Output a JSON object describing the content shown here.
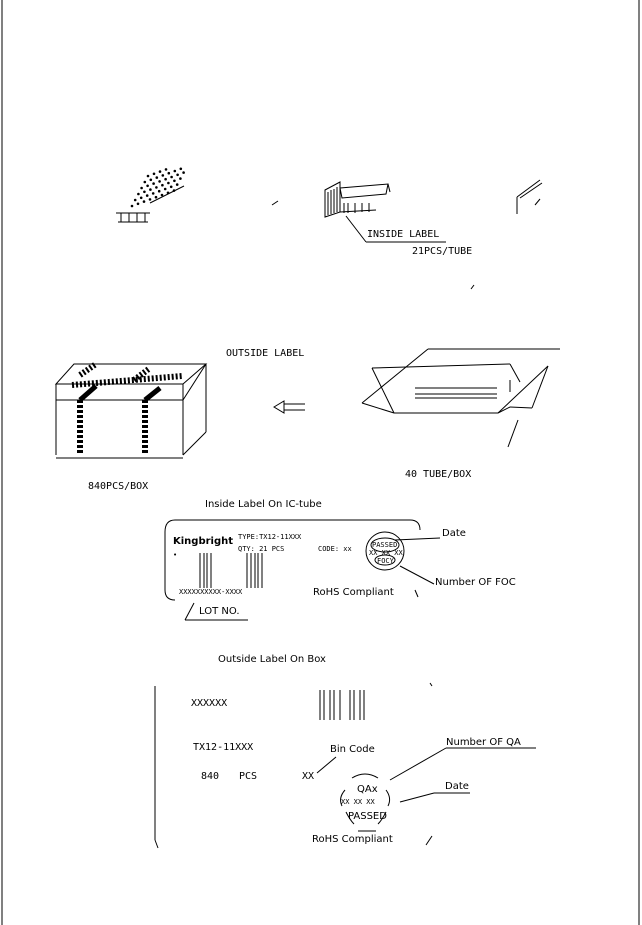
{
  "packing": {
    "inside_label": "INSIDE LABEL",
    "tube_qty": "21PCS/TUBE",
    "outside_label": "OUTSIDE LABEL",
    "box_qty": "840PCS/BOX",
    "tube_box": "40 TUBE/BOX"
  },
  "inside_label_card": {
    "heading": "Inside Label On IC-tube",
    "brand": "Kingbright",
    "type_line": "TYPE:TX12-11XXX",
    "qty_line": "QTY: 21 PCS",
    "code_line": "CODE: xx",
    "seal_passed": "PASSED",
    "seal_date": "XX XX XX",
    "seal_foc": "FOCY",
    "lot_code": "XXXXXXXXXX-XXXX",
    "lot_no": "LOT NO.",
    "rohs": "RoHS Compliant",
    "date_callout": "Date",
    "foc_callout": "Number OF FOC"
  },
  "outside_label_card": {
    "heading": "Outside Label On Box",
    "code": "XXXXXX",
    "part": "TX12-11XXX",
    "qty_num": "840",
    "qty_unit": "PCS",
    "xx": "XX",
    "bin_code": "Bin Code",
    "qa_callout": "Number OF QA",
    "qa_code": "QAx",
    "date_row": "XX XX XX",
    "passed": "PASSED",
    "date_callout": "Date",
    "rohs": "RoHS Compliant"
  }
}
